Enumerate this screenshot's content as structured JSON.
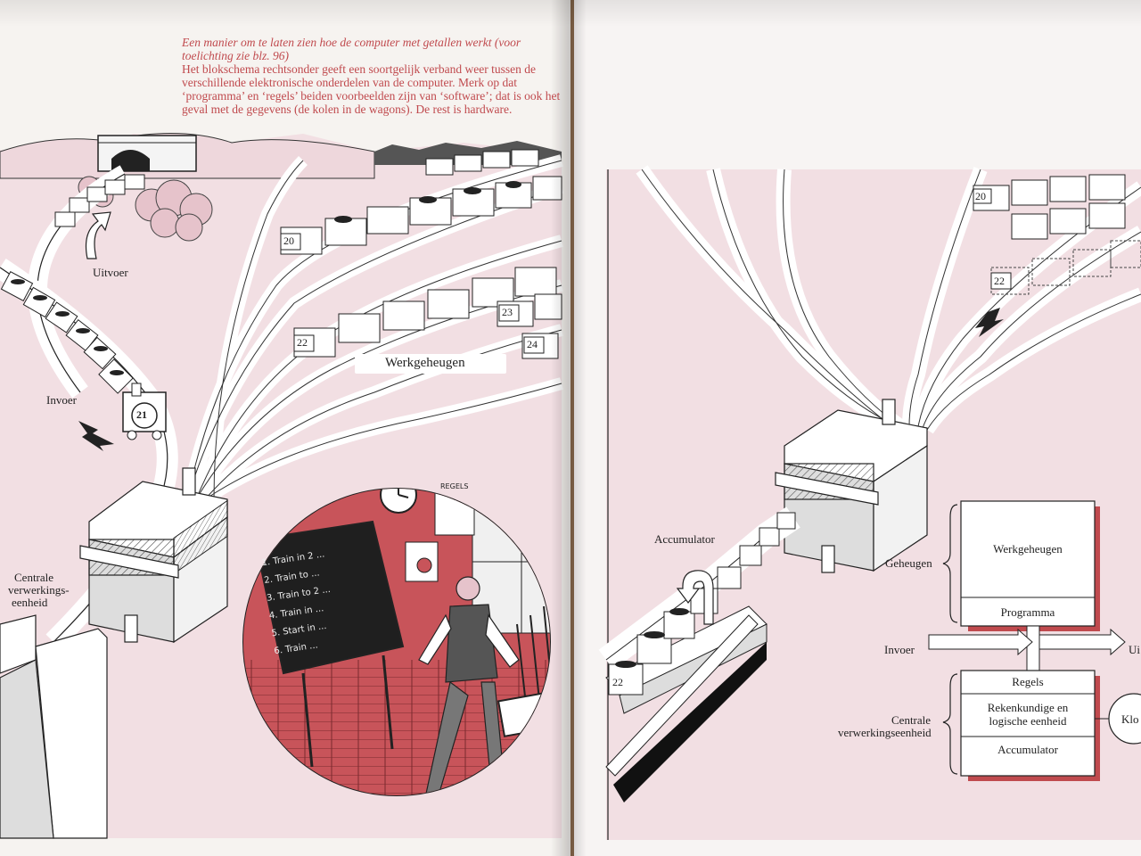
{
  "caption": {
    "italic": "Een manier om te laten zien hoe de computer met getallen werkt (voor toelichting zie blz. 96)",
    "body": "Het blokschema rechtsonder geeft een soortgelijk verband weer tussen de verschillende elektronische onderdelen van de computer. Merk op dat ‘programma’ en ‘regels’ beiden voorbeelden zijn van ‘software’; dat is ook het geval met de gegevens (de kolen in de wagons). De rest is hardware."
  },
  "left_labels": {
    "uitvoer": "Uitvoer",
    "invoer": "Invoer",
    "werkgeheugen": "Werkgeheugen",
    "centrale_line1": "Centrale",
    "centrale_line2": "verwerkings-",
    "centrale_line3": "eenheid"
  },
  "wagon_numbers": {
    "w20": "20",
    "w22": "22",
    "w23": "23",
    "w24": "24",
    "loco21": "21",
    "r20": "20",
    "r22": "22",
    "acc22": "22"
  },
  "blackboard": {
    "heading": "",
    "lines": [
      "1. Train in 2 ...",
      "2. Train to ...",
      "3. Train to 2 ...",
      "4. Train in ...",
      "5. Start in ...",
      "6. Train ..."
    ]
  },
  "rules_sign": "REGELS",
  "right_labels": {
    "accumulator": "Accumulator"
  },
  "block_diagram": {
    "geheugen": "Geheugen",
    "werkgeheugen": "Werkgeheugen",
    "programma": "Programma",
    "invoer": "Invoer",
    "uitvoer_partial": "Ui",
    "centrale_line1": "Centrale",
    "centrale_line2": "verwerkingseenheid",
    "regels": "Regels",
    "rekenkundige_line1": "Rekenkundige en",
    "rekenkundige_line2": "logische eenheid",
    "accumulator": "Accumulator",
    "klok_partial": "Klo"
  },
  "colors": {
    "accent_red": "#c04a4e",
    "pink_tint": "#f2dfe3",
    "track_white": "#ffffff",
    "ink": "#1a1a1a"
  }
}
